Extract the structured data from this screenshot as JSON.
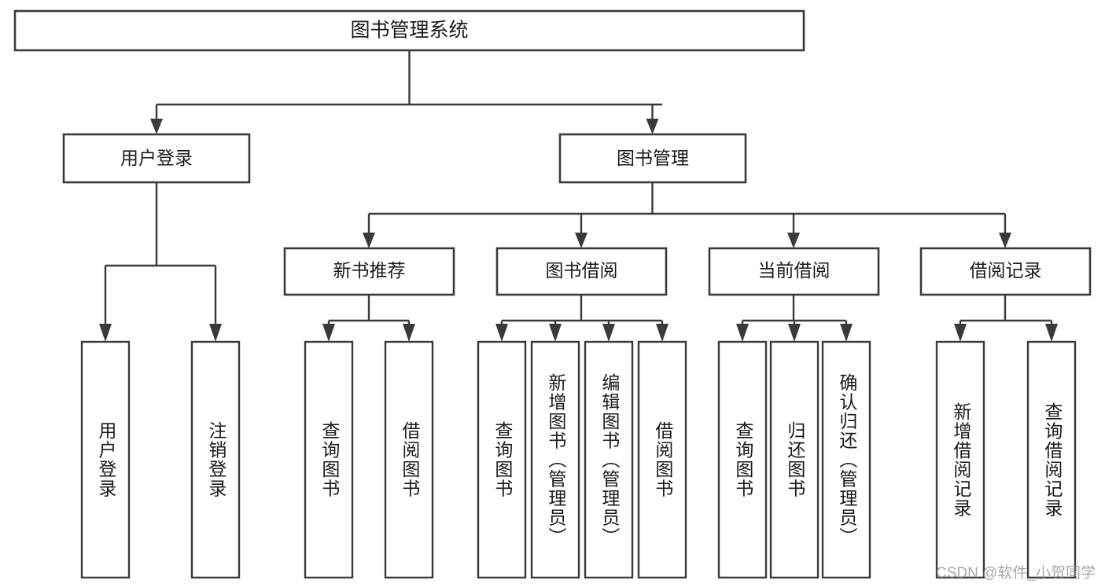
{
  "diagram": {
    "type": "tree",
    "title": "图书管理系统",
    "root": {
      "id": "root",
      "label": "图书管理系统"
    },
    "level1": [
      {
        "id": "user-login",
        "label": "用户登录"
      },
      {
        "id": "book-manage",
        "label": "图书管理"
      }
    ],
    "level2": [
      {
        "id": "new-book-rec",
        "label": "新书推荐",
        "parent": "book-manage"
      },
      {
        "id": "book-borrow",
        "label": "图书借阅",
        "parent": "book-manage"
      },
      {
        "id": "current-borrow",
        "label": "当前借阅",
        "parent": "book-manage"
      },
      {
        "id": "borrow-record",
        "label": "借阅记录",
        "parent": "book-manage"
      }
    ],
    "leaves": [
      {
        "id": "leaf-user-login",
        "label": "用户登录",
        "parent": "user-login"
      },
      {
        "id": "leaf-logout",
        "label": "注销登录",
        "parent": "user-login"
      },
      {
        "id": "leaf-query-book-1",
        "label": "查询图书",
        "parent": "new-book-rec"
      },
      {
        "id": "leaf-borrow-book-1",
        "label": "借阅图书",
        "parent": "new-book-rec"
      },
      {
        "id": "leaf-query-book-2",
        "label": "查询图书",
        "parent": "book-borrow"
      },
      {
        "id": "leaf-add-book",
        "label": "新增图书（管理员）",
        "parent": "book-borrow"
      },
      {
        "id": "leaf-edit-book",
        "label": "编辑图书（管理员）",
        "parent": "book-borrow"
      },
      {
        "id": "leaf-borrow-book-2",
        "label": "借阅图书",
        "parent": "book-borrow"
      },
      {
        "id": "leaf-query-book-3",
        "label": "查询图书",
        "parent": "current-borrow"
      },
      {
        "id": "leaf-return-book",
        "label": "归还图书",
        "parent": "current-borrow"
      },
      {
        "id": "leaf-confirm-return",
        "label": "确认归还（管理员）",
        "parent": "current-borrow"
      },
      {
        "id": "leaf-add-record",
        "label": "新增借阅记录",
        "parent": "borrow-record"
      },
      {
        "id": "leaf-query-record",
        "label": "查询借阅记录",
        "parent": "borrow-record"
      }
    ],
    "colors": {
      "stroke": "#3a3a3a",
      "fill": "#ffffff",
      "text": "#1b1b1b",
      "watermark": "#9a9a9a"
    }
  },
  "watermark": {
    "text": "CSDN @软件_小贺同学"
  }
}
